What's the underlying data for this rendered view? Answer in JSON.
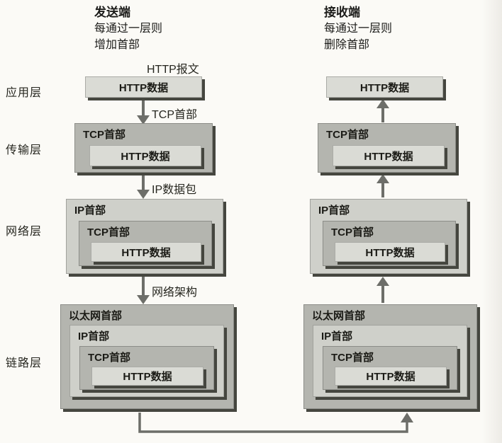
{
  "sender": {
    "title": "发送端",
    "subtitle_line1": "每通过一层则",
    "subtitle_line2": "增加首部"
  },
  "receiver": {
    "title": "接收端",
    "subtitle_line1": "每通过一层则",
    "subtitle_line2": "删除首部"
  },
  "layers": {
    "application": "应用层",
    "transport": "传输层",
    "network": "网络层",
    "link": "链路层"
  },
  "arrow_labels": {
    "http_message": "HTTP报文",
    "tcp_header": "TCP首部",
    "ip_packet": "IP数据包",
    "network_architecture": "网络架构"
  },
  "boxes": {
    "http_data": "HTTP数据",
    "tcp_header": "TCP首部",
    "ip_header": "IP首部",
    "ethernet_header": "以太网首部"
  },
  "colors": {
    "background": "#fbfaf6",
    "box_dark": "#b4b5af",
    "box_light": "#cfd0ca",
    "box_lighter": "#dadbd5",
    "shadow": "#45463f",
    "arrow": "#6d6e69",
    "text": "#1c1c1a"
  }
}
